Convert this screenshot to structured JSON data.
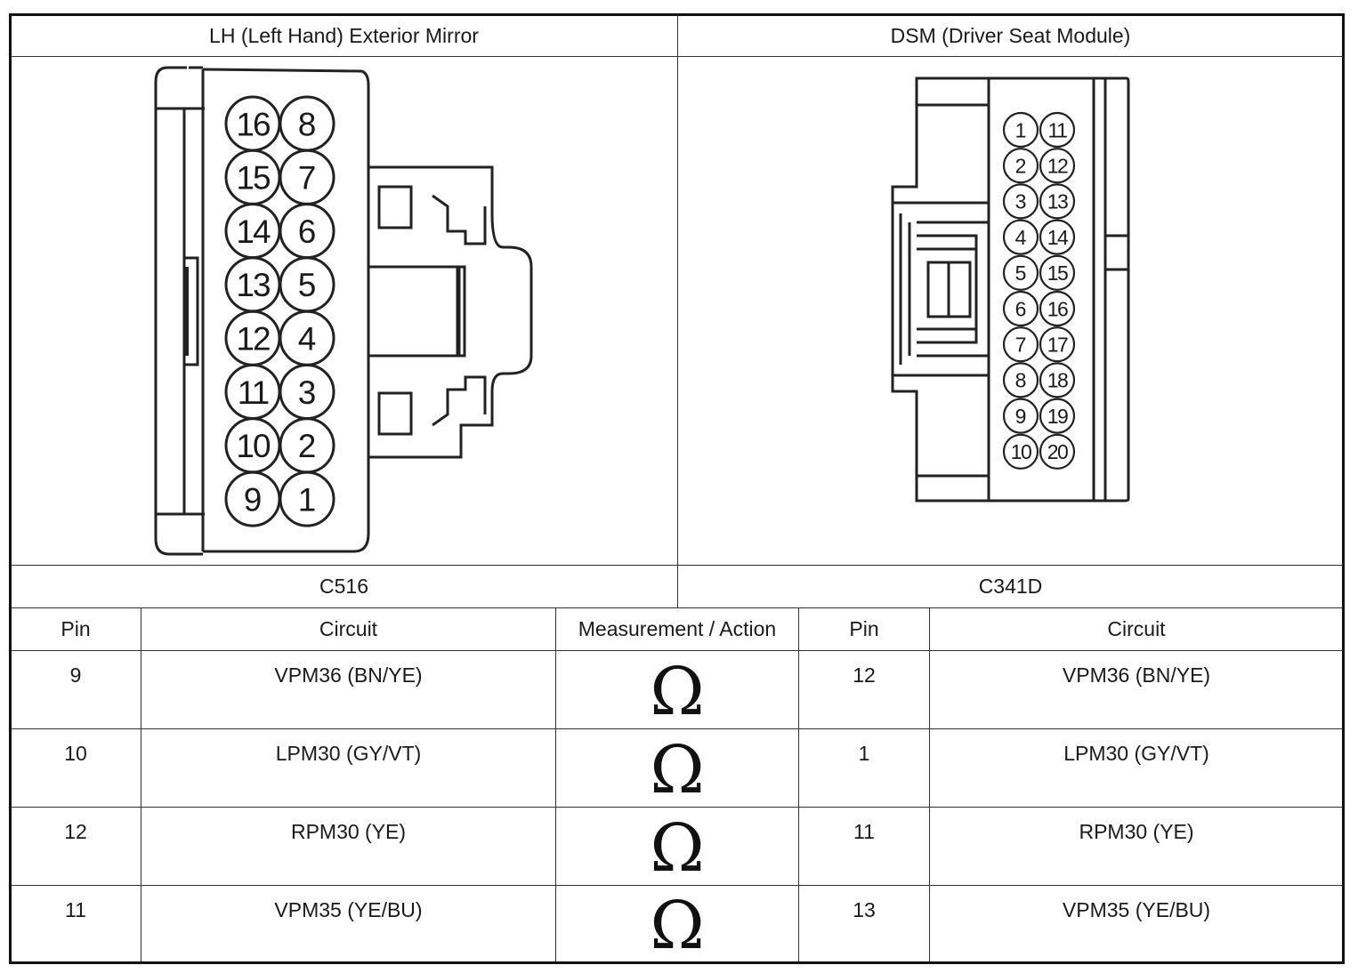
{
  "connectors": [
    {
      "title": "LH (Left Hand) Exterior Mirror",
      "id": "C516",
      "pins_left": [
        "16",
        "15",
        "14",
        "13",
        "12",
        "11",
        "10",
        "9"
      ],
      "pins_right": [
        "8",
        "7",
        "6",
        "5",
        "4",
        "3",
        "2",
        "1"
      ]
    },
    {
      "title": "DSM (Driver Seat Module)",
      "id": "C341D",
      "pins_left": [
        "1",
        "2",
        "3",
        "4",
        "5",
        "6",
        "7",
        "8",
        "9",
        "10"
      ],
      "pins_right": [
        "11",
        "12",
        "13",
        "14",
        "15",
        "16",
        "17",
        "18",
        "19",
        "20"
      ]
    }
  ],
  "table": {
    "headers": [
      "Pin",
      "Circuit",
      "Measurement / Action",
      "Pin",
      "Circuit"
    ],
    "rows": [
      {
        "pin_a": "9",
        "circuit_a": "VPM36 (BN/YE)",
        "symbol": "Ω",
        "pin_b": "12",
        "circuit_b": "VPM36 (BN/YE)"
      },
      {
        "pin_a": "10",
        "circuit_a": "LPM30 (GY/VT)",
        "symbol": "Ω",
        "pin_b": "1",
        "circuit_b": "LPM30 (GY/VT)"
      },
      {
        "pin_a": "12",
        "circuit_a": "RPM30 (YE)",
        "symbol": "Ω",
        "pin_b": "11",
        "circuit_b": "RPM30 (YE)"
      },
      {
        "pin_a": "11",
        "circuit_a": "VPM35 (YE/BU)",
        "symbol": "Ω",
        "pin_b": "13",
        "circuit_b": "VPM35 (YE/BU)"
      }
    ]
  }
}
